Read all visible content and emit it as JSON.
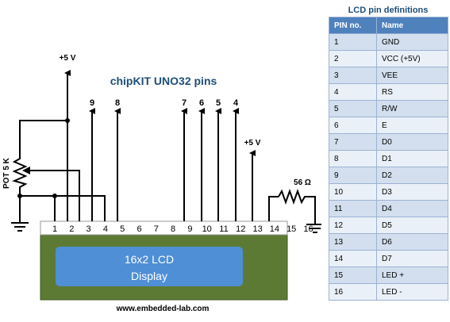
{
  "diagram": {
    "title": "chipKIT UNO32 pins",
    "vcc_label": "+5 V",
    "vcc2_label": "+5 V",
    "pot_label": "POT 5 K",
    "resistor_label": "56 Ω",
    "lcd_text_line1": "16x2 LCD",
    "lcd_text_line2": "Display",
    "website": "www.embedded-lab.com",
    "uno_pins": [
      "9",
      "8",
      "7",
      "6",
      "5",
      "4"
    ],
    "lcd_pins": [
      "1",
      "2",
      "3",
      "4",
      "5",
      "6",
      "7",
      "8",
      "9",
      "10",
      "11",
      "12",
      "13",
      "14",
      "15",
      "16"
    ],
    "colors": {
      "lcd_board": "#5c7a34",
      "lcd_screen": "#4f8fd6",
      "header_blue": "#4f81bd",
      "title_blue": "#1f4e79"
    }
  },
  "pin_table": {
    "title": "LCD pin definitions",
    "headers": [
      "PIN no.",
      "Name"
    ],
    "rows": [
      [
        "1",
        "GND"
      ],
      [
        "2",
        "VCC (+5V)"
      ],
      [
        "3",
        "VEE"
      ],
      [
        "4",
        "RS"
      ],
      [
        "5",
        "R/W"
      ],
      [
        "6",
        "E"
      ],
      [
        "7",
        "D0"
      ],
      [
        "8",
        "D1"
      ],
      [
        "9",
        "D2"
      ],
      [
        "10",
        "D3"
      ],
      [
        "11",
        "D4"
      ],
      [
        "12",
        "D5"
      ],
      [
        "13",
        "D6"
      ],
      [
        "14",
        "D7"
      ],
      [
        "15",
        "LED +"
      ],
      [
        "16",
        "LED -"
      ]
    ]
  }
}
